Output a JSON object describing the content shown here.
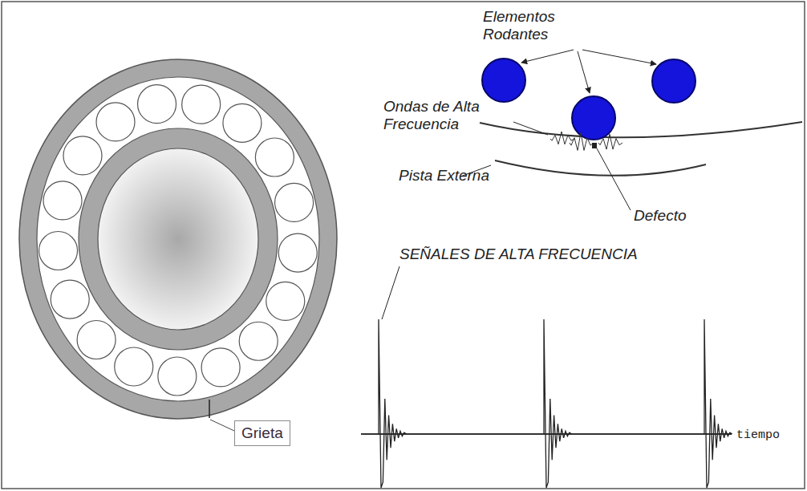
{
  "diagram": {
    "nodes": [
      {
        "text": [
          "Grieta"
        ]
      }
    ],
    "labels": [
      "Elementos Rodantes",
      "Ondas de Alta Frecuencia",
      "Pista Externa",
      "Defecto",
      "SEÑALES DE ALTA FRECUENCIA",
      "tiempo"
    ]
  }
}
